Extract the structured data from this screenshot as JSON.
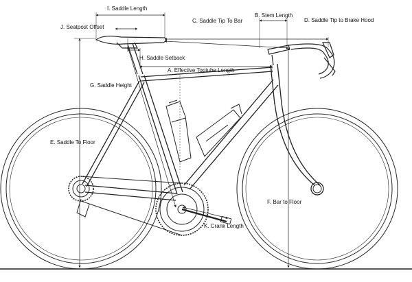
{
  "labels": {
    "a": "A. Effective Toptube Length",
    "b": "B. Stem Length",
    "c": "C. Saddle Tip To Bar",
    "d": "D. Saddle Tip to Brake Hood",
    "e": "E. Saddle To Floor",
    "f": "F. Bar to Floor",
    "g": "G. Saddle Height",
    "h": "H. Saddle Setback",
    "i": "I. Saddle Length",
    "j": "J. Seatpost Offset",
    "k": "K. Crank Length"
  },
  "colors": {
    "line": "#222222",
    "background": "#ffffff"
  }
}
